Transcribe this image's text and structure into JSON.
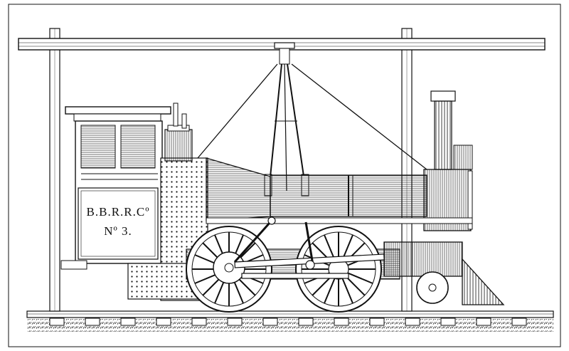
{
  "illustration": {
    "subject": "locomotive-on-shop-frame",
    "cab_plate": {
      "line1": "B.B.R.R.Cº",
      "line2": "Nº 3."
    },
    "colors": {
      "ink": "#111111",
      "paper": "#ffffff"
    }
  }
}
